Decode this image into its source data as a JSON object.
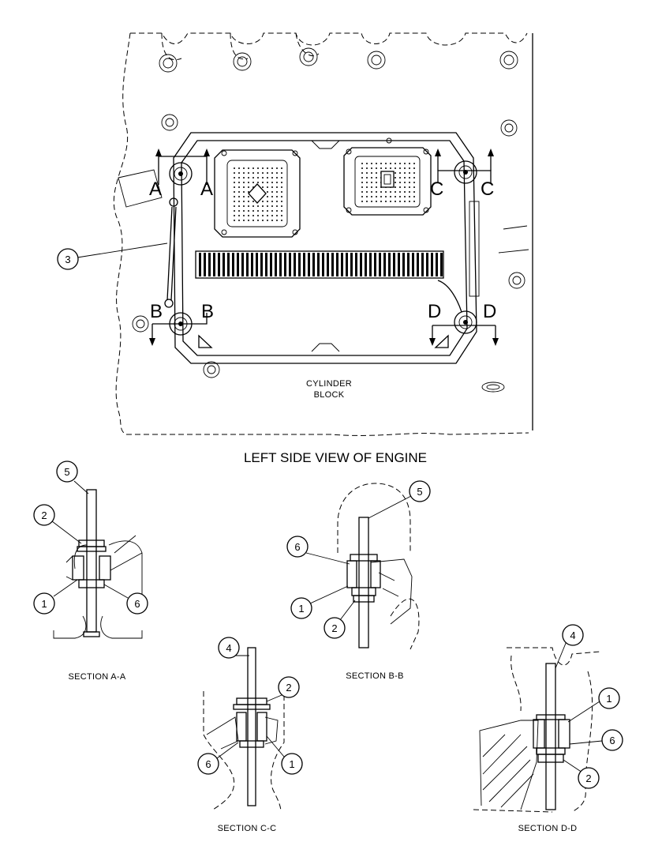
{
  "main_view": {
    "title": "LEFT SIDE VIEW OF ENGINE",
    "block_label_line1": "CYLINDER",
    "block_label_line2": "BLOCK",
    "section_letters": {
      "a": "A",
      "b": "B",
      "c": "C",
      "d": "D"
    },
    "callout_3": "3"
  },
  "sections": {
    "aa": {
      "caption": "SECTION A-A",
      "callouts": {
        "c5": "5",
        "c2": "2",
        "c1": "1",
        "c6": "6"
      }
    },
    "bb": {
      "caption": "SECTION B-B",
      "callouts": {
        "c5": "5",
        "c6": "6",
        "c1": "1",
        "c2": "2"
      }
    },
    "cc": {
      "caption": "SECTION C-C",
      "callouts": {
        "c4": "4",
        "c2": "2",
        "c6": "6",
        "c1": "1"
      }
    },
    "dd": {
      "caption": "SECTION D-D",
      "callouts": {
        "c4": "4",
        "c1": "1",
        "c6": "6",
        "c2": "2"
      }
    }
  }
}
